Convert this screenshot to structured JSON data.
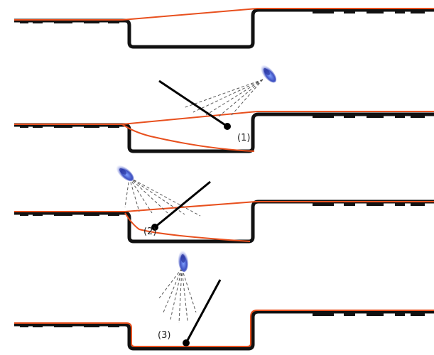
{
  "colors": {
    "profile": "#111111",
    "film": "#e8501e",
    "nozzle": "#3d4fc0",
    "spray": "#555555",
    "roller": "#000000",
    "background": "#ffffff"
  },
  "stages": [
    {
      "label": ""
    },
    {
      "label": "(1)"
    },
    {
      "label": "(2)"
    },
    {
      "label": "(3)"
    }
  ]
}
